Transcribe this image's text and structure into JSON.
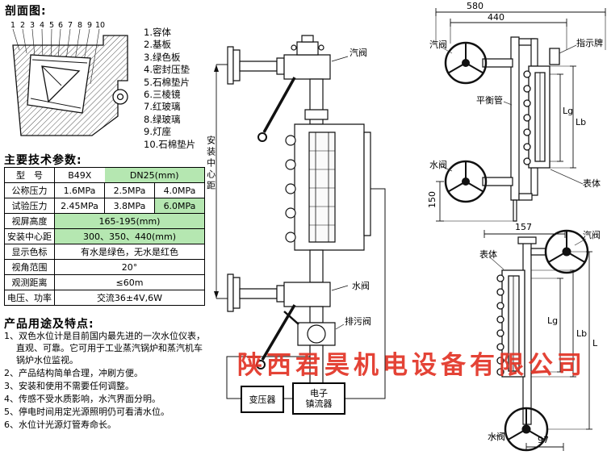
{
  "doc": {
    "section_title": "剖面图:",
    "watermark": "陕西君昊机电设备有限公司"
  },
  "parts": {
    "callouts": [
      "1",
      "2",
      "3",
      "4",
      "5",
      "6",
      "7",
      "8",
      "9",
      "10"
    ],
    "items": [
      "1.容体",
      "2.基板",
      "3.绿色板",
      "4.密封压垫",
      "5.石棉垫片",
      "6.三棱镜",
      "7.红玻璃",
      "8.绿玻璃",
      "9.灯座",
      "10.石棉垫片"
    ]
  },
  "specs": {
    "heading": "主要技术参数:",
    "rows": [
      {
        "label": "型　号",
        "values": [
          "B49X",
          "DN25(mm)"
        ]
      },
      {
        "label": "公称压力",
        "values": [
          "1.6MPa",
          "2.5MPa",
          "4.0MPa"
        ]
      },
      {
        "label": "试验压力",
        "values": [
          "2.45MPa",
          "3.8MPa",
          "6.0MPa"
        ]
      },
      {
        "label": "视屏高度",
        "values": [
          "165-195(mm)"
        ]
      },
      {
        "label": "安装中心距",
        "values": [
          "300、350、440(mm)"
        ]
      },
      {
        "label": "显示色标",
        "values": [
          "有水是绿色，无水是红色"
        ]
      },
      {
        "label": "视角范围",
        "values": [
          "20°"
        ]
      },
      {
        "label": "观测距离",
        "values": [
          "≤60m"
        ]
      },
      {
        "label": "电压、功率",
        "values": [
          "交流36±4V,6W"
        ]
      }
    ]
  },
  "features": {
    "heading": "产品用途及特点:",
    "items": [
      "1、双色水位计是目前国内最先进的一次水位仪表，直观、可靠。它可用于工业蒸汽锅炉和蒸汽机车锅炉水位监视。",
      "2、产品结构简单合理，冲刷方便。",
      "3、安装和使用不需要任何调整。",
      "4、传感不受水质影响，水汽界面分明。",
      "5、停电时间用定光源照明仍可看清水位。",
      "6、水位计光源灯管寿命长。"
    ]
  },
  "assembly": {
    "steam_valve": "汽阀",
    "water_valve": "水阀",
    "drain_valve": "排污阀",
    "center_distance": "安装中心距",
    "transformer": "变压器",
    "ballast_line1": "电子",
    "ballast_line2": "镇流器"
  },
  "top_view": {
    "dim_580": "580",
    "dim_440": "440",
    "dim_150": "150",
    "steam_valve": "汽阀",
    "water_valve": "水阀",
    "balance_pipe": "平衡管",
    "indicator_plate": "指示牌",
    "gauge_body": "表体",
    "dim_lg": "Lg",
    "dim_lb": "Lb"
  },
  "side_view": {
    "dim_157": "157",
    "dim_97": "97",
    "steam_valve": "汽阀",
    "water_valve": "水阀",
    "gauge_body": "表体",
    "dim_lg": "Lg",
    "dim_lb": "Lb",
    "dim_l": "L"
  }
}
